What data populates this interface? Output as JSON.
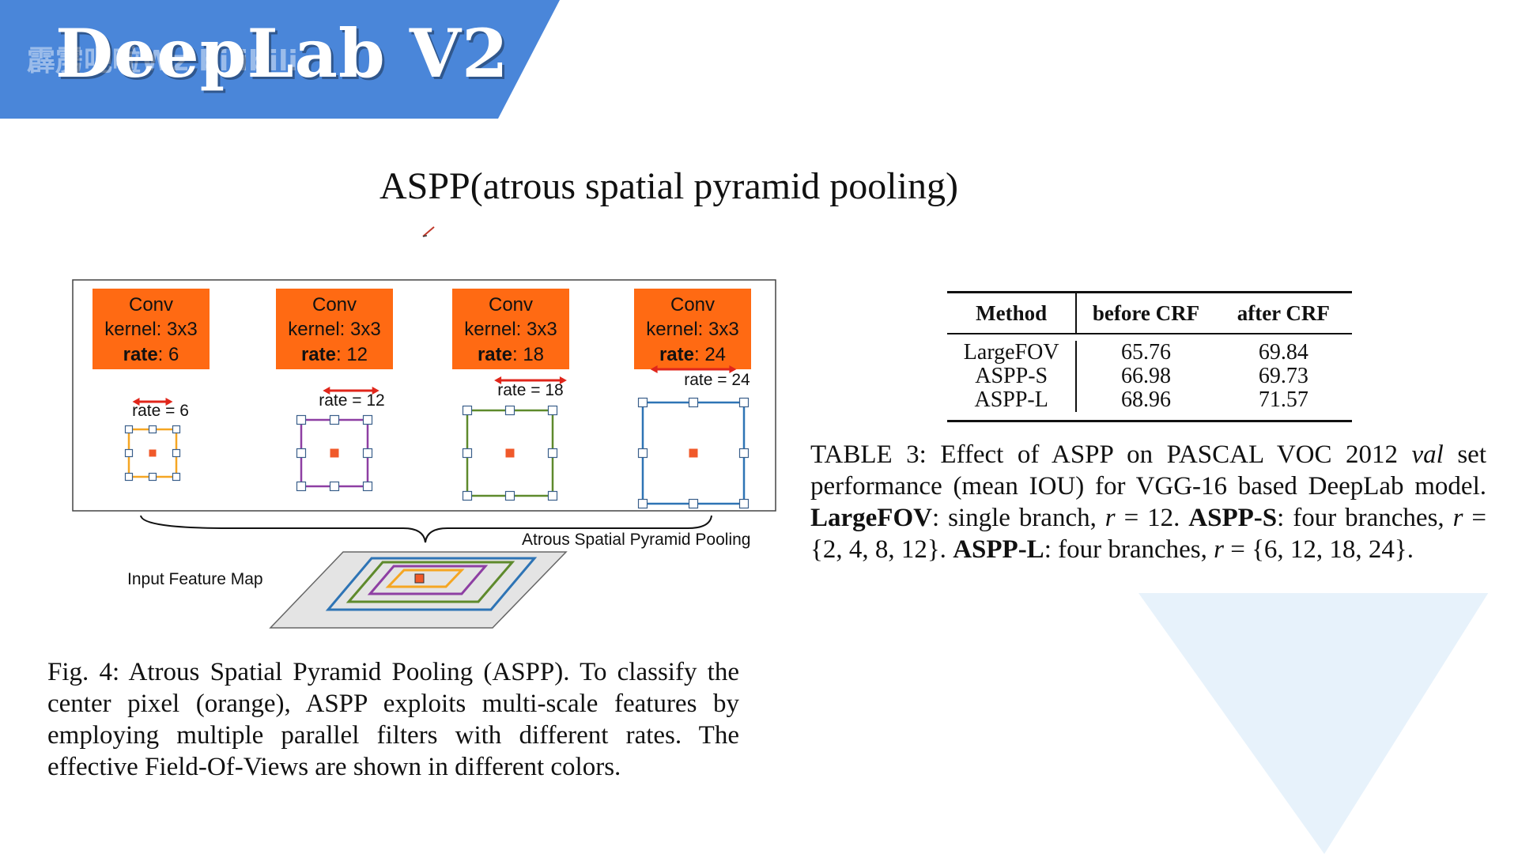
{
  "header": {
    "title": "DeepLab V2",
    "watermark": "霹雳吧啦Wz bilibili"
  },
  "subtitle": "ASPP(atrous spatial pyramid pooling)",
  "figure": {
    "conv_boxes": [
      {
        "line1": "Conv",
        "line2": "kernel: 3x3",
        "rate_label": "rate",
        "rate_value": ": 6"
      },
      {
        "line1": "Conv",
        "line2": "kernel: 3x3",
        "rate_label": "rate",
        "rate_value": ": 12"
      },
      {
        "line1": "Conv",
        "line2": "kernel: 3x3",
        "rate_label": "rate",
        "rate_value": ": 18"
      },
      {
        "line1": "Conv",
        "line2": "kernel: 3x3",
        "rate_label": "rate",
        "rate_value": ": 24"
      }
    ],
    "rate_labels": [
      "rate = 6",
      "rate = 12",
      "rate = 18",
      "rate = 24"
    ],
    "aspp_label": "Atrous Spatial Pyramid Pooling",
    "input_label": "Input Feature Map",
    "colors": {
      "conv_fill": "#ff6a13",
      "center": "#f0592a",
      "arrow": "#e0261b",
      "rate6": "#f5a623",
      "rate12": "#8e3fa3",
      "rate18": "#5e8a2c",
      "rate24": "#2e74b5",
      "banner": "#4a86d9"
    }
  },
  "fig_caption": "Fig. 4: Atrous Spatial Pyramid Pooling (ASPP). To classify the center pixel (orange), ASPP exploits multi-scale features by employing multiple parallel filters with different rates. The effective Field-Of-Views are shown in different colors.",
  "table": {
    "headers": [
      "Method",
      "before CRF",
      "after CRF"
    ],
    "rows": [
      [
        "LargeFOV",
        "65.76",
        "69.84"
      ],
      [
        "ASPP-S",
        "66.98",
        "69.73"
      ],
      [
        "ASPP-L",
        "68.96",
        "71.57"
      ]
    ]
  },
  "table_caption": {
    "p1": "TABLE 3: Effect of ASPP on PASCAL VOC 2012 ",
    "val": "val",
    "p2": " set performance (mean IOU) for VGG-16 based DeepLab model. ",
    "b1": "LargeFOV",
    "p3": ": single branch, ",
    "r1": "r",
    "p4": " = 12. ",
    "b2": "ASPP-S",
    "p5": ": four branches, ",
    "r2": "r",
    "p6": " = {2, 4, 8, 12}. ",
    "b3": "ASPP-L",
    "p7": ": four branches, ",
    "r3": "r",
    "p8": " = {6, 12, 18, 24}."
  }
}
